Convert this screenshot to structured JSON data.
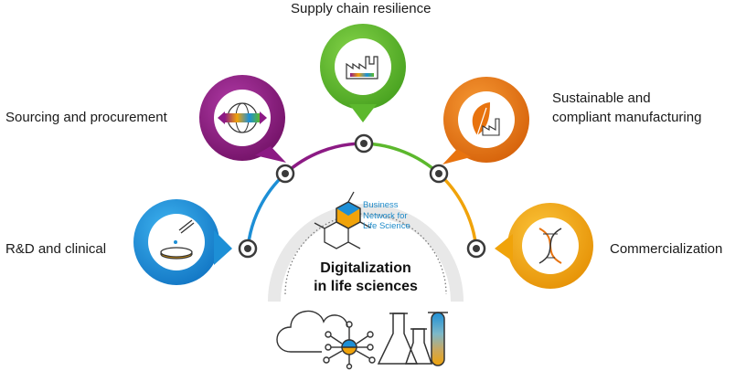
{
  "center": {
    "title_line1": "Digitalization",
    "title_line2": "in life sciences",
    "brand_line1": "Business",
    "brand_line2": "Network for",
    "brand_line3": "Life Science"
  },
  "stages": [
    {
      "label": "R&D and clinical",
      "color": "#1d8fd6",
      "icon": "petri-dish-pipette-icon"
    },
    {
      "label": "Sourcing and procurement",
      "color": "#8c1a84",
      "icon": "globe-arrows-icon"
    },
    {
      "label": "Supply chain resilience",
      "color": "#5cb82d",
      "icon": "factory-icon"
    },
    {
      "label_line1": "Sustainable and",
      "label_line2": "compliant manufacturing",
      "color": "#e8730e",
      "icon": "leaf-factory-icon"
    },
    {
      "label": "Commercialization",
      "color": "#f0a30a",
      "icon": "dna-helix-icon"
    }
  ],
  "footer_icons": [
    "cloud-network-icon",
    "lab-flasks-icon"
  ]
}
